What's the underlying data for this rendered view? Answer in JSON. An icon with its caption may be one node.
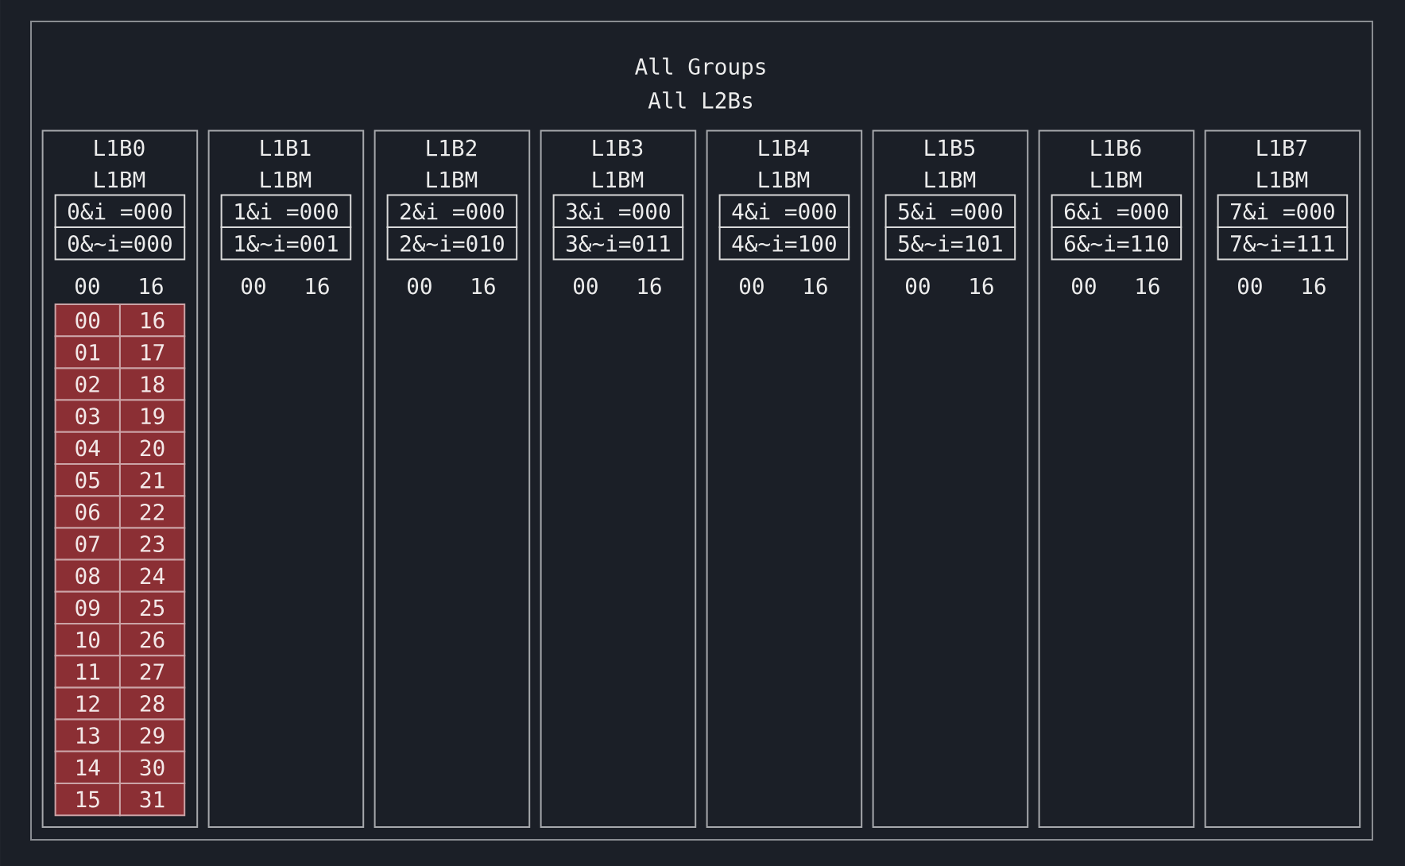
{
  "diagram": {
    "nodes": [
      {
        "text": [
          "All Groups",
          "All L2Bs"
        ]
      },
      {
        "text": [
          "L1B0",
          "L1BM",
          "00",
          "16"
        ],
        "in": 0
      },
      {
        "text": [
          "0&i =000"
        ],
        "in": 1
      },
      {
        "text": [
          "0&~i=000"
        ],
        "in": 1
      },
      {
        "text": [
          "00"
        ],
        "in": 1
      },
      {
        "text": [
          "16"
        ],
        "in": 1
      },
      {
        "text": [
          "01"
        ],
        "in": 1
      },
      {
        "text": [
          "17"
        ],
        "in": 1
      },
      {
        "text": [
          "02"
        ],
        "in": 1
      },
      {
        "text": [
          "18"
        ],
        "in": 1
      },
      {
        "text": [
          "03"
        ],
        "in": 1
      },
      {
        "text": [
          "19"
        ],
        "in": 1
      },
      {
        "text": [
          "04"
        ],
        "in": 1
      },
      {
        "text": [
          "20"
        ],
        "in": 1
      },
      {
        "text": [
          "05"
        ],
        "in": 1
      },
      {
        "text": [
          "21"
        ],
        "in": 1
      },
      {
        "text": [
          "06"
        ],
        "in": 1
      },
      {
        "text": [
          "22"
        ],
        "in": 1
      },
      {
        "text": [
          "07"
        ],
        "in": 1
      },
      {
        "text": [
          "23"
        ],
        "in": 1
      },
      {
        "text": [
          "08"
        ],
        "in": 1
      },
      {
        "text": [
          "24"
        ],
        "in": 1
      },
      {
        "text": [
          "09"
        ],
        "in": 1
      },
      {
        "text": [
          "25"
        ],
        "in": 1
      },
      {
        "text": [
          "10"
        ],
        "in": 1
      },
      {
        "text": [
          "26"
        ],
        "in": 1
      },
      {
        "text": [
          "11"
        ],
        "in": 1
      },
      {
        "text": [
          "27"
        ],
        "in": 1
      },
      {
        "text": [
          "12"
        ],
        "in": 1
      },
      {
        "text": [
          "28"
        ],
        "in": 1
      },
      {
        "text": [
          "13"
        ],
        "in": 1
      },
      {
        "text": [
          "29"
        ],
        "in": 1
      },
      {
        "text": [
          "14"
        ],
        "in": 1
      },
      {
        "text": [
          "30"
        ],
        "in": 1
      },
      {
        "text": [
          "15"
        ],
        "in": 1
      },
      {
        "text": [
          "31"
        ],
        "in": 1
      },
      {
        "text": [
          "L1B1",
          "L1BM",
          "00",
          "16"
        ],
        "in": 0
      },
      {
        "text": [
          "1&i =000"
        ],
        "in": 36
      },
      {
        "text": [
          "1&~i=001"
        ],
        "in": 36
      },
      {
        "text": [
          "L1B2",
          "L1BM",
          "00",
          "16"
        ],
        "in": 0
      },
      {
        "text": [
          "2&i =000"
        ],
        "in": 39
      },
      {
        "text": [
          "2&~i=010"
        ],
        "in": 39
      },
      {
        "text": [
          "L1B3",
          "L1BM",
          "00",
          "16"
        ],
        "in": 0
      },
      {
        "text": [
          "3&i =000"
        ],
        "in": 42
      },
      {
        "text": [
          "3&~i=011"
        ],
        "in": 42
      },
      {
        "text": [
          "L1B4",
          "L1BM",
          "00",
          "16"
        ],
        "in": 0
      },
      {
        "text": [
          "4&i =000"
        ],
        "in": 45
      },
      {
        "text": [
          "4&~i=100"
        ],
        "in": 45
      },
      {
        "text": [
          "L1B5",
          "L1BM",
          "00",
          "16"
        ],
        "in": 0
      },
      {
        "text": [
          "5&i =000"
        ],
        "in": 48
      },
      {
        "text": [
          "5&~i=101"
        ],
        "in": 48
      },
      {
        "text": [
          "L1B6",
          "L1BM",
          "00",
          "16"
        ],
        "in": 0
      },
      {
        "text": [
          "6&i =000"
        ],
        "in": 51
      },
      {
        "text": [
          "6&~i=110"
        ],
        "in": 51
      },
      {
        "text": [
          "L1B7",
          "L1BM",
          "00",
          "16"
        ],
        "in": 0
      },
      {
        "text": [
          "7&i =000"
        ],
        "in": 54
      },
      {
        "text": [
          "7&~i=111"
        ],
        "in": 54
      }
    ]
  }
}
